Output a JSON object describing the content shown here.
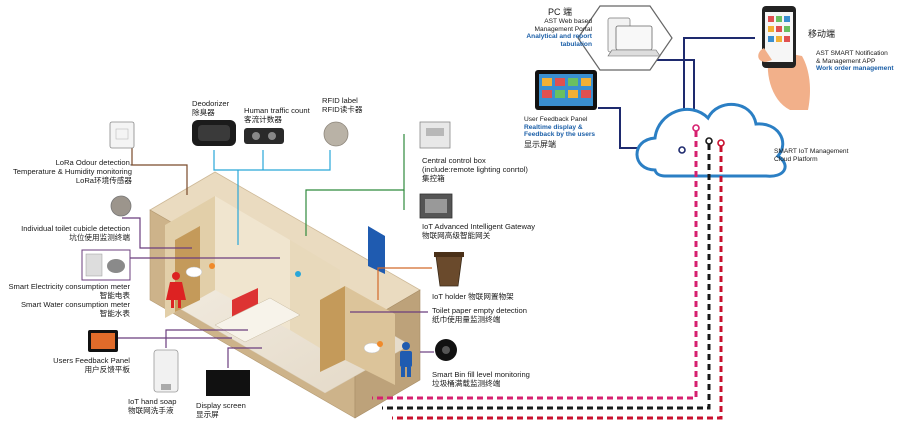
{
  "labels": {
    "deodorizer": {
      "en": "Deodorizer",
      "zh": "除臭器"
    },
    "traffic": {
      "en": "Human traffic count",
      "zh": "客流计数器"
    },
    "rfid": {
      "en": "RFID label",
      "zh": "RFID读卡器"
    },
    "lora": {
      "en1": "LoRa Odour detection,",
      "en2": "Temperature & Humidity monitoring",
      "zh": "LoRa环境传感器"
    },
    "cubicle": {
      "en": "Individual toilet cubicle detection",
      "zh": "坑位使用监测终端"
    },
    "electricity": {
      "en": "Smart Electricity consumption meter",
      "zh": "智能电表"
    },
    "water": {
      "en": "Smart Water consumption meter",
      "zh": "智能水表"
    },
    "feedback_panel": {
      "en": "Users Feedback Panel",
      "zh": "用户反馈平板"
    },
    "hand_soap": {
      "en": "IoT hand soap",
      "zh": "物联网洗手液"
    },
    "display": {
      "en": "Display screen",
      "zh": "显示屏"
    },
    "central": {
      "en1": "Central control box",
      "en2": "(include:remote lighting conrtol)",
      "zh": "集控箱"
    },
    "gateway": {
      "en": "IoT Advanced Intelligent Gateway",
      "zh": "物联网高级智能网关"
    },
    "holder": {
      "en": "IoT holder 物联网置物架"
    },
    "paper": {
      "en": "Toilet paper empty detection",
      "zh": "纸巾使用量监测终端"
    },
    "bin": {
      "en": "Smart Bin fill level monitoring",
      "zh": "垃圾桶满载监测终端"
    },
    "pc": {
      "title": "PC 端",
      "en1": "AST Web based",
      "en2": "Management Portal",
      "b1": "Analytical and report",
      "b2": "tabulation"
    },
    "mobile": {
      "title": "移动端",
      "en1": "AST SMART Notification",
      "en2": "& Management APP",
      "b1": "Work order management"
    },
    "user_feedback": {
      "en": "User Feedback Panel",
      "b1": "Realtime display &",
      "b2": "Feedback by the users",
      "zh": "显示屏端"
    },
    "cloud": {
      "en1": "SMART IoT Management",
      "en2": "Cloud Platform"
    }
  },
  "colors": {
    "purple": "#6b3e7e",
    "cyan": "#29a6d8",
    "green": "#2f8a3c",
    "orange": "#d26a2a",
    "brown": "#7a4a2a",
    "navy": "#1e2a6e",
    "dash_red": "#c8102e",
    "dash_black": "#1a1a1a",
    "dash_pink": "#d6206f",
    "cloud_stroke": "#2b7fc4"
  },
  "icons": [
    "lora-sensor-icon",
    "deodorizer-icon",
    "traffic-counter-icon",
    "rfid-reader-icon",
    "cubicle-sensor-icon",
    "meter-icon",
    "tablet-icon",
    "soap-dispenser-icon",
    "display-screen-icon",
    "control-box-icon",
    "gateway-icon",
    "holder-icon",
    "paper-sensor-icon",
    "bin-sensor-icon",
    "laptop-icon",
    "phone-icon",
    "cloud-icon",
    "male-icon",
    "female-icon"
  ]
}
